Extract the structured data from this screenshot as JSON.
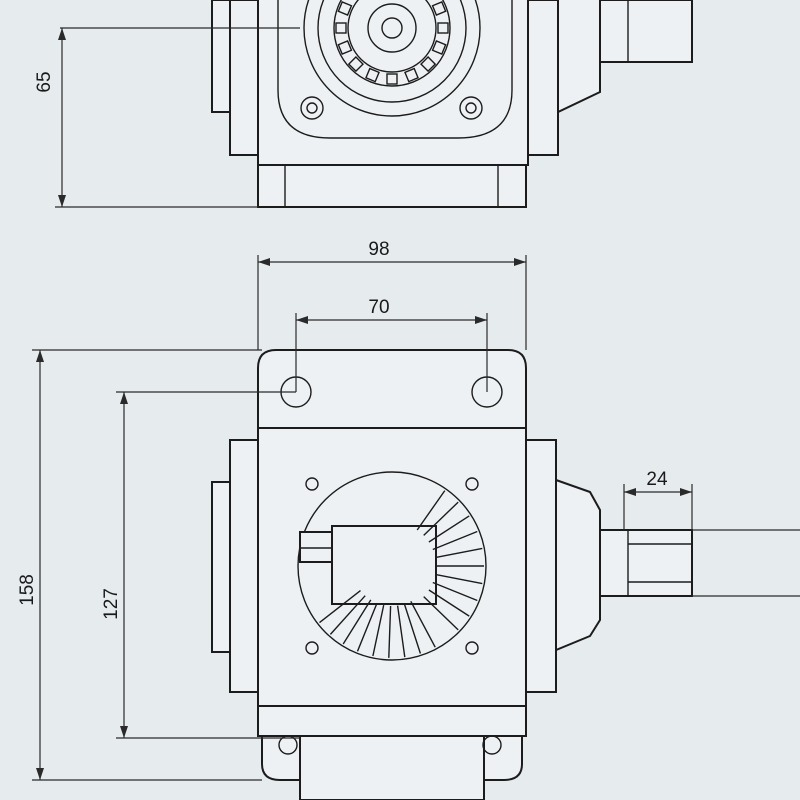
{
  "drawing": {
    "top_view": {
      "dimensions": {
        "height_label": "65"
      }
    },
    "front_view": {
      "dimensions": {
        "overall_width_label": "98",
        "hole_spacing_label": "70",
        "overall_height_label": "158",
        "hole_to_base_label": "127",
        "shaft_length_label": "24"
      }
    }
  }
}
